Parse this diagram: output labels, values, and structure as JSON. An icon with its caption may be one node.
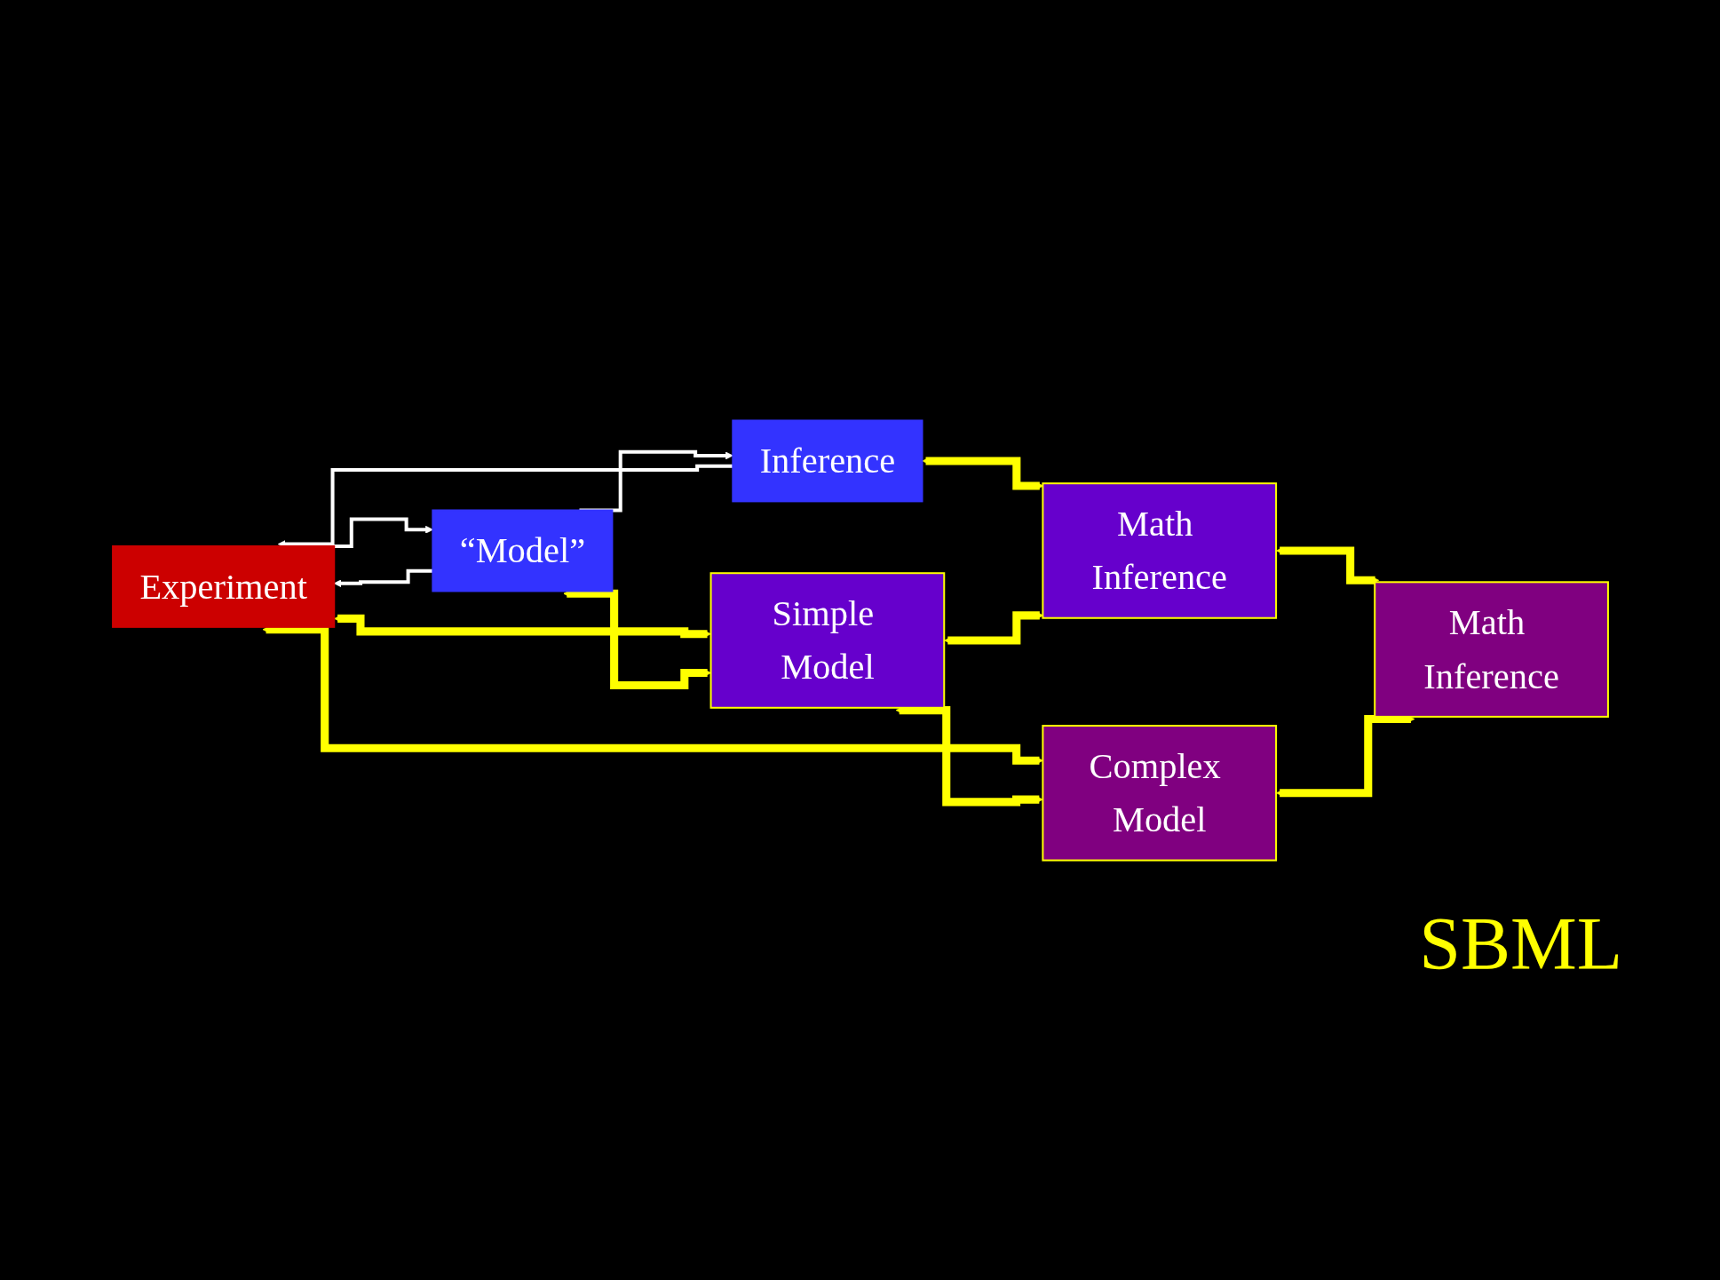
{
  "diagram": {
    "nodes": [
      {
        "text": [
          "Experiment"
        ]
      },
      {
        "text": [
          "“Model”"
        ]
      },
      {
        "text": [
          "Inference"
        ]
      },
      {
        "text": [
          "Simple Model"
        ]
      },
      {
        "text": [
          "Math Inference"
        ]
      },
      {
        "text": [
          "Complex Model"
        ]
      },
      {
        "text": [
          "Math Inference"
        ]
      }
    ],
    "edges": [
      {
        "from": 0,
        "to": 1,
        "arrow": "to",
        "color": "#ffffff"
      },
      {
        "from": 1,
        "to": 2,
        "arrow": "to",
        "color": "#ffffff"
      },
      {
        "from": 1,
        "to": 0,
        "arrow": "to",
        "color": "#ffffff"
      },
      {
        "from": 2,
        "to": 0,
        "arrow": "to",
        "color": "#ffffff"
      },
      {
        "from": 0,
        "to": 3,
        "arrow": "both"
      },
      {
        "from": 0,
        "to": 5,
        "arrow": "both"
      },
      {
        "from": 1,
        "to": 3,
        "arrow": "both"
      },
      {
        "from": 2,
        "to": 4,
        "arrow": "both"
      },
      {
        "from": 3,
        "to": 4,
        "arrow": "both"
      },
      {
        "from": 3,
        "to": 5,
        "arrow": "both"
      },
      {
        "from": 4,
        "to": 6,
        "arrow": "both"
      },
      {
        "from": 5,
        "to": 6,
        "arrow": "both"
      }
    ],
    "labels": [
      "SBML"
    ]
  }
}
